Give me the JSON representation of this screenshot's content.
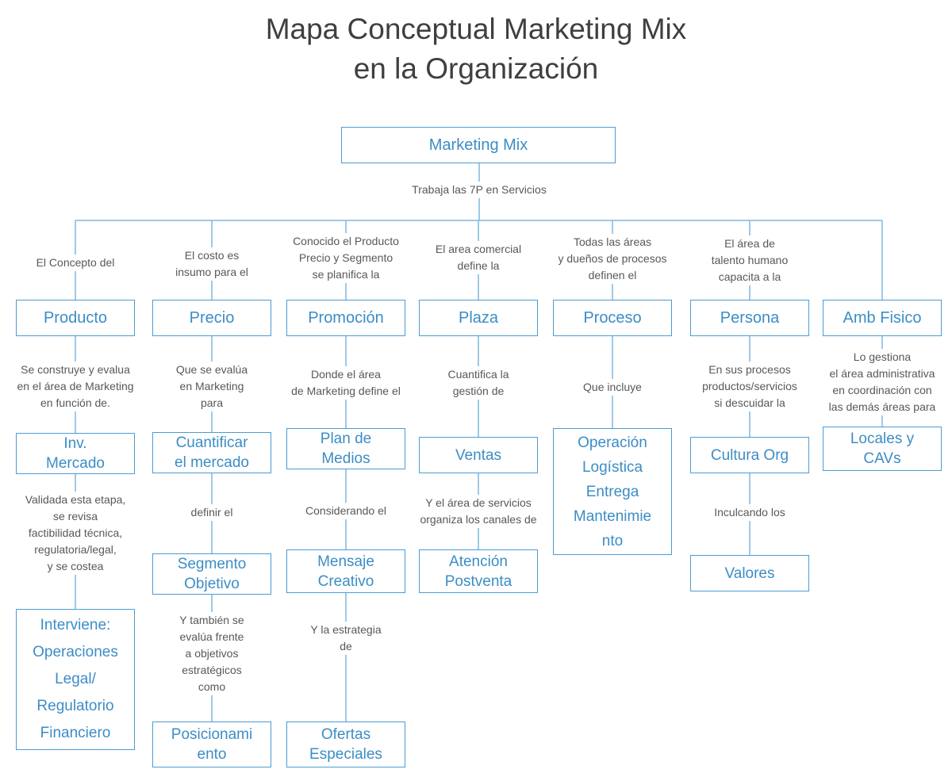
{
  "title": "Mapa Conceptual Marketing Mix\nen la Organización",
  "colors": {
    "box_border": "#4c9cd4",
    "box_text": "#3c8dc5",
    "line": "#7db8e0",
    "body_text": "#58585a"
  },
  "root": {
    "label": "Marketing Mix",
    "note": "Trabaja las 7P en Servicios"
  },
  "columns": [
    {
      "intro": "El Concepto del",
      "box": "Producto",
      "text1": "Se construye y evalua\nen el área de Marketing\nen función de.",
      "box1": "Inv.\nMercado",
      "text2": "Validada esta etapa,\nse revisa\nfactibilidad técnica,\nregulatoria/legal,\ny se costea",
      "box2": "Interviene:\nOperaciones\nLegal/\nRegulatorio\nFinanciero"
    },
    {
      "intro": "El costo es\ninsumo para el",
      "box": "Precio",
      "text1": "Que se evalúa\nen Marketing\npara",
      "box1": "Cuantificar\nel mercado",
      "text2": "definir el",
      "box2": "Segmento\nObjetivo",
      "text3": "Y también se\nevalúa frente\na objetivos\nestratégicos\ncomo",
      "box3": "Posicionami\nento"
    },
    {
      "intro": "Conocido el Producto\nPrecio y Segmento\nse planifica la",
      "box": "Promoción",
      "text1": "Donde el área\nde Marketing define el",
      "box1": "Plan de\nMedios",
      "text2": "Considerando el",
      "box2": "Mensaje\nCreativo",
      "text3": "Y la estrategia\nde",
      "box3": "Ofertas\nEspeciales"
    },
    {
      "intro": "El area comercial\ndefine la",
      "box": "Plaza",
      "text1": "Cuantifica la\ngestión de",
      "box1": "Ventas",
      "text2": "Y el área de servicios\norganiza los canales de",
      "box2": "Atención\nPostventa"
    },
    {
      "intro": "Todas las áreas\ny dueños de procesos\ndefinen el",
      "box": "Proceso",
      "text1": "Que incluye",
      "box1": "Operación\nLogística\nEntrega\nMantenimie\nnto"
    },
    {
      "intro": "El área de\ntalento humano\ncapacita a la",
      "box": "Persona",
      "text1": "En sus procesos\nproductos/servicios\nsi descuidar la",
      "box1": "Cultura Org",
      "text2": "Inculcando los",
      "box2": "Valores"
    },
    {
      "box": "Amb Fisico",
      "text1": "Lo gestiona\nel área administrativa\nen coordinación con\nlas demás áreas para",
      "box1": "Locales y\nCAVs"
    }
  ]
}
